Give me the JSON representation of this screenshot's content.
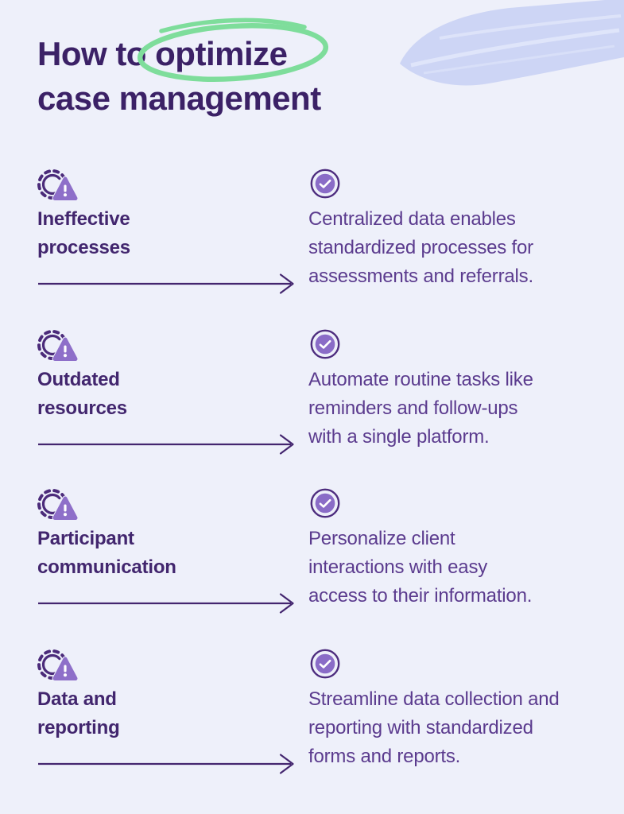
{
  "header": {
    "title_prefix": "How to",
    "title_highlight": "optimize",
    "title_line2": "case management"
  },
  "rows": [
    {
      "heading_lines": [
        "Ineffective",
        "processes"
      ],
      "description_lines": [
        "Centralized data enables",
        "standardized processes for",
        "assessments and referrals."
      ]
    },
    {
      "heading_lines": [
        "Outdated",
        "resources"
      ],
      "description_lines": [
        "Automate routine tasks like",
        "reminders and follow-ups",
        "with a single platform."
      ]
    },
    {
      "heading_lines": [
        "Participant",
        "communication"
      ],
      "description_lines": [
        "Personalize client",
        "interactions with easy",
        "access to their information."
      ]
    },
    {
      "heading_lines": [
        "Data and",
        "reporting"
      ],
      "description_lines": [
        "Streamline data collection and",
        "reporting with standardized",
        "forms and reports."
      ]
    }
  ],
  "icons": {
    "row_problem_marker": "gear-warning-icon",
    "row_solution_marker": "check-circle-icon",
    "connector": "arrow-right-icon",
    "title_decoration": "hand-drawn-circle",
    "corner_decoration": "brush-stroke"
  },
  "colors": {
    "background": "#eef0fa",
    "title_text": "#3b2166",
    "heading_text": "#42266e",
    "body_text": "#5b3b8e",
    "outline_purple": "#4b2b7a",
    "accent_purple": "#8a6cc7",
    "highlight_green": "#7edd9b",
    "brush_periwinkle": "#c9d1f4"
  }
}
